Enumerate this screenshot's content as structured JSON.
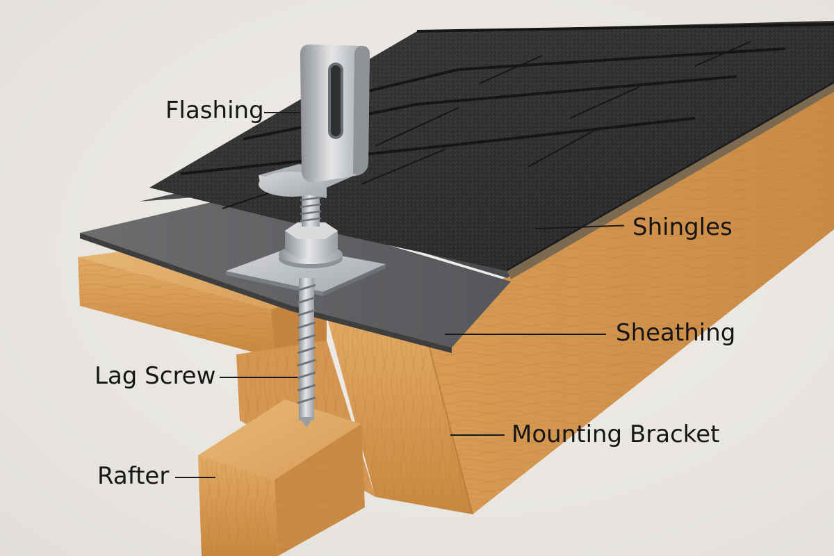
{
  "labels": {
    "flashing": "Flashing",
    "shingles": "Shingles",
    "sheathing": "Sheathing",
    "lag_screw": "Lag Screw",
    "mounting_bracket": "Mounting Bracket",
    "rafter": "Rafter"
  },
  "colors": {
    "background": "#ebe8e3",
    "wood": "#d9a15e",
    "shingle": "#2f2f2f",
    "metal": "#bfc1c3",
    "text": "#151515"
  }
}
